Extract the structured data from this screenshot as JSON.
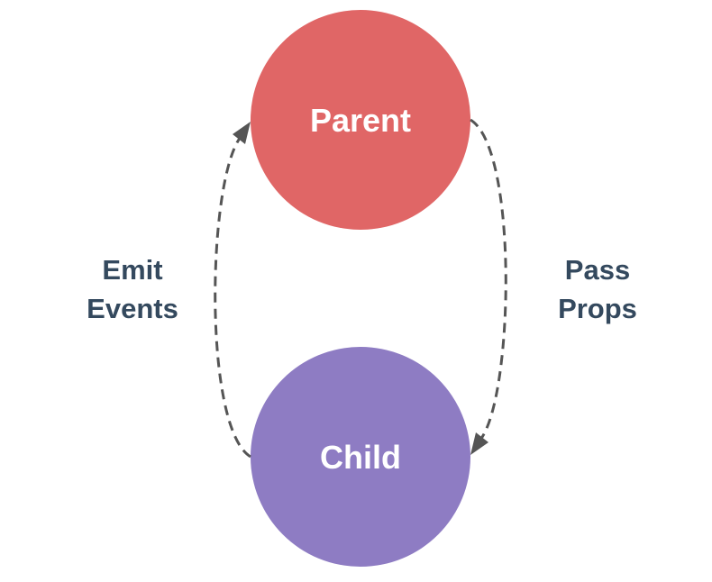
{
  "nodes": {
    "parent": {
      "label": "Parent",
      "color": "#e06666"
    },
    "child": {
      "label": "Child",
      "color": "#8e7cc3"
    }
  },
  "edges": {
    "props": {
      "line1": "Pass",
      "line2": "Props",
      "from": "Parent",
      "to": "Child"
    },
    "events": {
      "line1": "Emit",
      "line2": "Events",
      "from": "Child",
      "to": "Parent"
    }
  },
  "colors": {
    "label_text": "#34495e",
    "arrow": "#555555",
    "node_text": "#ffffff"
  }
}
